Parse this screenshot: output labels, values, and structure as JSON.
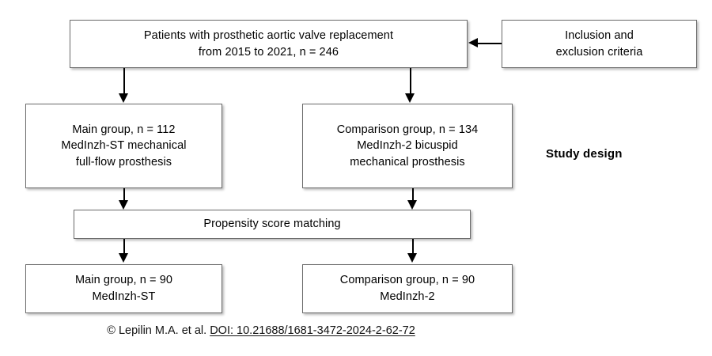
{
  "figure": {
    "caption": "Study design",
    "nodes": {
      "cohort": {
        "lines": [
          "Patients with prosthetic aortic valve replacement",
          "from 2015 to 2021, n = 246"
        ]
      },
      "criteria": {
        "lines": [
          "Inclusion and",
          "exclusion criteria"
        ]
      },
      "main_group": {
        "lines": [
          "Main group, n = 112",
          "MedInzh-ST mechanical",
          "full-flow prosthesis"
        ]
      },
      "comparison_group": {
        "lines": [
          "Comparison group, n = 134",
          "MedInzh-2 bicuspid",
          "mechanical prosthesis"
        ]
      },
      "matching": {
        "lines": [
          "Propensity score matching"
        ]
      },
      "main_group_matched": {
        "lines": [
          "Main group, n = 90",
          "MedInzh-ST"
        ]
      },
      "comparison_group_matched": {
        "lines": [
          "Comparison group, n = 90",
          "MedInzh-2"
        ]
      }
    }
  },
  "footer": {
    "copyright_symbol": "©",
    "authors": "Lepilin M.A. et al.",
    "doi": "DOI: 10.21688/1681-3472-2024-2-62-72"
  },
  "colors": {
    "box_border": "#6b6b6b",
    "connector": "#000000",
    "text": "#000000",
    "background": "#ffffff"
  }
}
